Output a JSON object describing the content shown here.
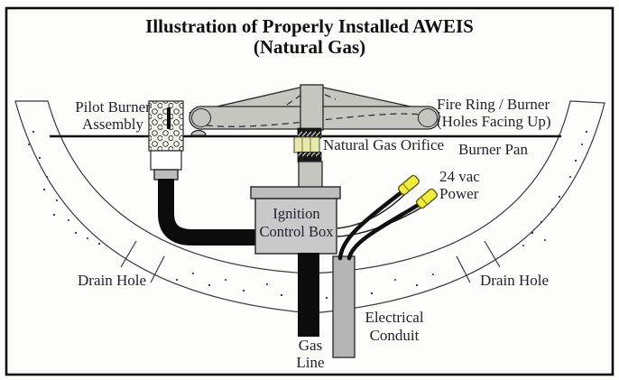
{
  "title": {
    "line1": "Illustration of Properly Installed AWEIS",
    "line2": "(Natural Gas)"
  },
  "labels": {
    "pilot_burner": {
      "line1": "Pilot Burner",
      "line2": "Assembly"
    },
    "fire_ring": {
      "line1": "Fire Ring / Burner",
      "line2": "(Holes Facing Up)"
    },
    "natural_gas_orifice": "Natural Gas Orifice",
    "burner_pan": "Burner Pan",
    "power": {
      "line1": "24 vac",
      "line2": "Power"
    },
    "ignition_box": {
      "line1": "Ignition",
      "line2": "Control Box"
    },
    "drain_hole_left": "Drain Hole",
    "drain_hole_right": "Drain Hole",
    "gas_line": {
      "line1": "Gas",
      "line2": "Line"
    },
    "electrical_conduit": {
      "line1": "Electrical",
      "line2": "Conduit"
    }
  },
  "colors": {
    "metal_gray": "#c6c6c0",
    "box_gray": "#c9c9c9",
    "lid_gray": "#bdbdbd",
    "conduit_gray": "#b4b4b4",
    "orifice_yellow": "#e9e9ab",
    "connector_yellow": "#f0ec3c",
    "line_black": "#0c0c0c",
    "text_dark": "#23232b"
  }
}
